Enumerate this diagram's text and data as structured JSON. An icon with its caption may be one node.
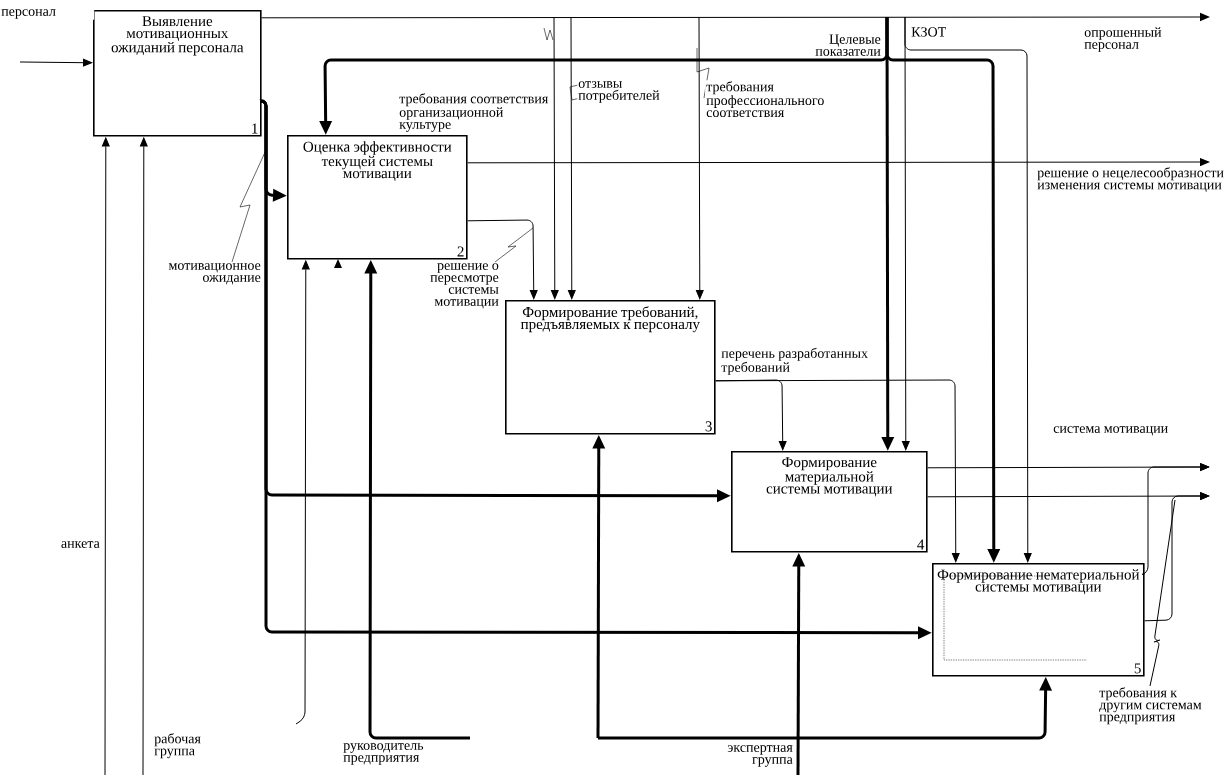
{
  "diagram": {
    "nodes": [
      {
        "text": [
          "Выявление мотивационных ожиданий персонала",
          "1"
        ]
      },
      {
        "text": [
          "Оценка эффективности текущей системы мотивации",
          "2"
        ]
      },
      {
        "text": [
          "Формирование требований, предъявляемых к персоналу",
          "3"
        ]
      },
      {
        "text": [
          "Формирование материальной системы мотивации",
          "4"
        ]
      },
      {
        "text": [
          "Формирование нематериальной системы мотивации",
          "5"
        ]
      },
      {
        "text": [
          "требования к другим системам предприятия"
        ]
      }
    ],
    "edges": [
      {
        "from": null,
        "to": 0,
        "arrow": "to",
        "label": "персонал"
      },
      {
        "from": 0,
        "to": null,
        "arrow": "to",
        "label": "опрошенный персонал"
      },
      {
        "from": null,
        "to": 2,
        "arrow": "to",
        "label": "требования соответствия организационной культуре"
      },
      {
        "from": null,
        "to": 2,
        "arrow": "to",
        "label": "отзывы потребителей"
      },
      {
        "from": null,
        "to": 2,
        "arrow": "to",
        "label": "требования профессионального соответствия"
      },
      {
        "from": null,
        "to": 1,
        "arrow": "to",
        "label": "Целевые показатели",
        "style": "thick"
      },
      {
        "from": null,
        "to": 3,
        "arrow": "to",
        "style": "thick"
      },
      {
        "from": null,
        "to": 4,
        "arrow": "to",
        "style": "thick"
      },
      {
        "from": null,
        "to": 3,
        "arrow": "to",
        "label": "КЗОТ"
      },
      {
        "from": null,
        "to": 4,
        "arrow": "to"
      },
      {
        "from": 1,
        "to": null,
        "arrow": "to",
        "label": "решение о нецелесообразности изменения системы мотивации"
      },
      {
        "from": 1,
        "to": 2,
        "arrow": "to",
        "label": "решение о пересмотре системы мотивации"
      },
      {
        "from": 0,
        "to": 1,
        "arrow": "to",
        "style": "thick"
      },
      {
        "from": 0,
        "to": 3,
        "arrow": "to",
        "label": "мотивационное ожидание",
        "style": "thick"
      },
      {
        "from": 0,
        "to": 4,
        "arrow": "to",
        "style": "thick"
      },
      {
        "from": 2,
        "to": 3,
        "arrow": "to",
        "label": "перечень разработанных требований"
      },
      {
        "from": 2,
        "to": 4,
        "arrow": "to"
      },
      {
        "from": 3,
        "to": null,
        "arrow": "to",
        "label": "система мотивации"
      },
      {
        "from": 3,
        "to": null,
        "arrow": "to"
      },
      {
        "from": 4,
        "to": null,
        "arrow": "to"
      },
      {
        "from": 4,
        "to": null,
        "arrow": "to"
      },
      {
        "from": null,
        "to": 0,
        "arrow": "to",
        "label": "анкета"
      },
      {
        "from": null,
        "to": 0,
        "arrow": "to",
        "label": "рабочая группа"
      },
      {
        "from": null,
        "to": 1,
        "arrow": "to"
      },
      {
        "from": null,
        "to": 1,
        "arrow": "to",
        "label": "руководитель предприятия",
        "style": "thick"
      },
      {
        "from": null,
        "to": 2,
        "arrow": "to",
        "style": "thick"
      },
      {
        "from": null,
        "to": 4,
        "arrow": "to",
        "style": "thick"
      },
      {
        "from": null,
        "to": 3,
        "arrow": "to",
        "label": "экспертная группа",
        "style": "thick"
      },
      {
        "from": 5,
        "to": null,
        "arrow": "none"
      }
    ]
  }
}
